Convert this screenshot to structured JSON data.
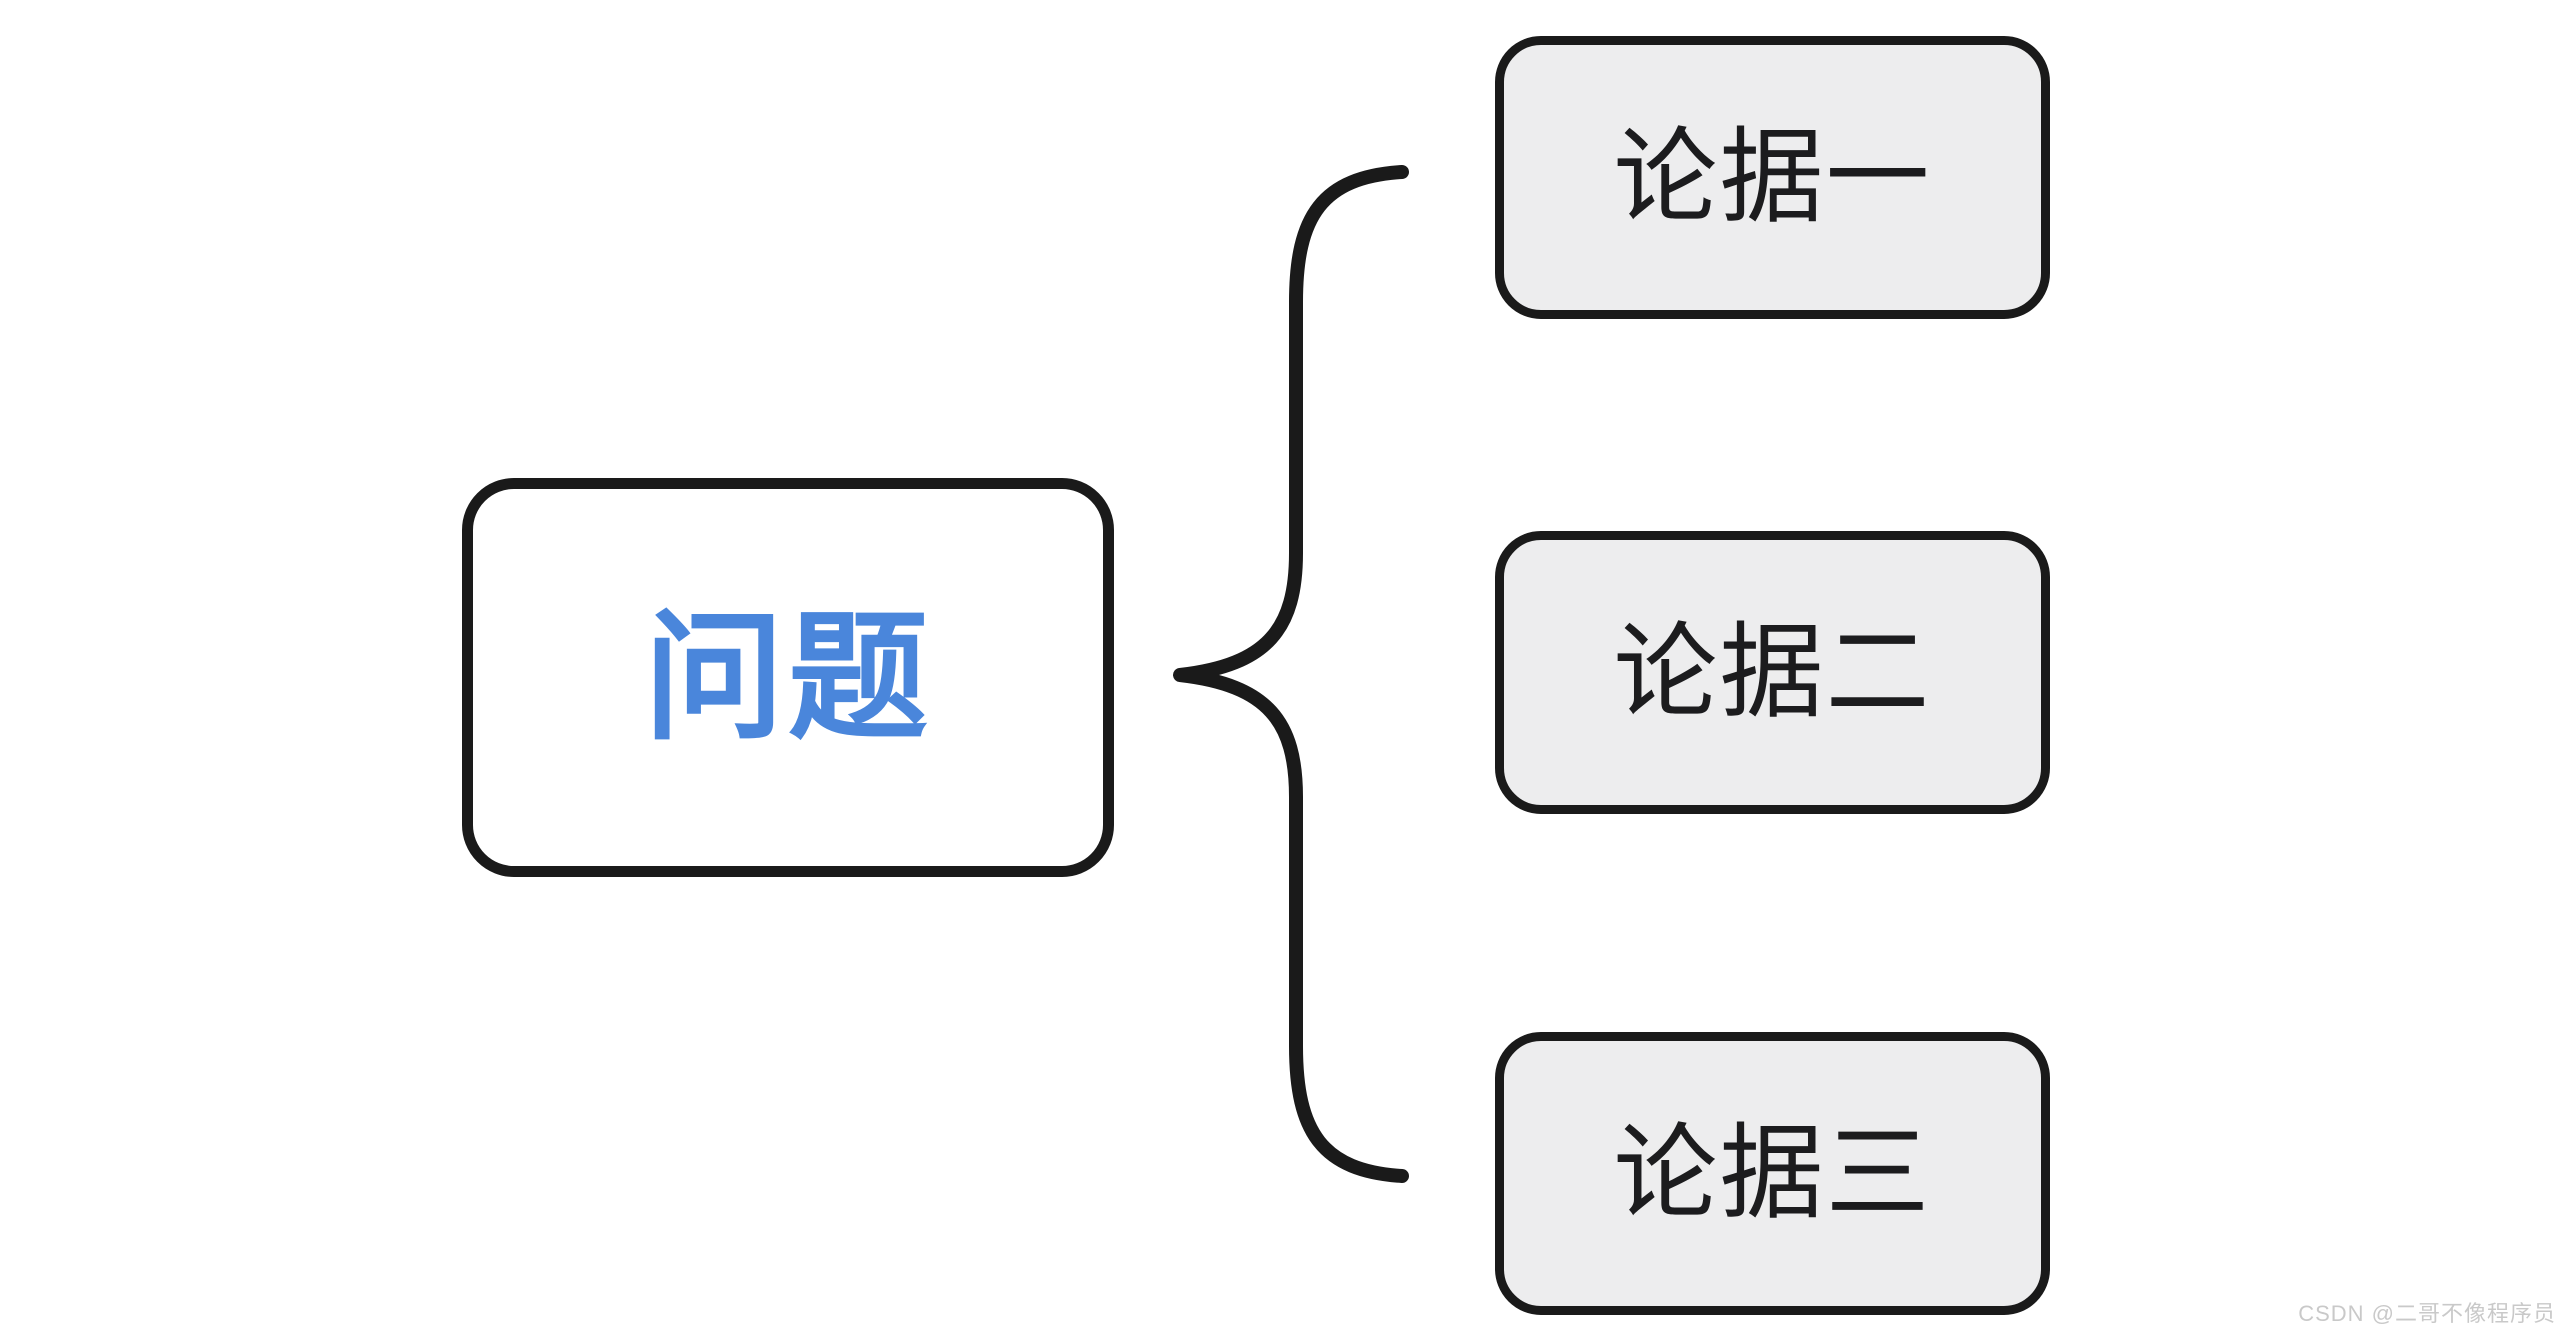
{
  "diagram": {
    "type": "mindmap-brace",
    "root": {
      "label": "问题"
    },
    "children": [
      {
        "label": "论据一"
      },
      {
        "label": "论据二"
      },
      {
        "label": "论据三"
      }
    ],
    "connector": "curly-brace"
  },
  "watermark": {
    "text": "CSDN @二哥不像程序员"
  },
  "colors": {
    "canvas": "#ffffff",
    "node_border": "#1a1a1a",
    "root_text": "#4a86db",
    "child_fill": "#ededee",
    "child_text": "#1c1c1e",
    "watermark": "#c9c9c9"
  }
}
